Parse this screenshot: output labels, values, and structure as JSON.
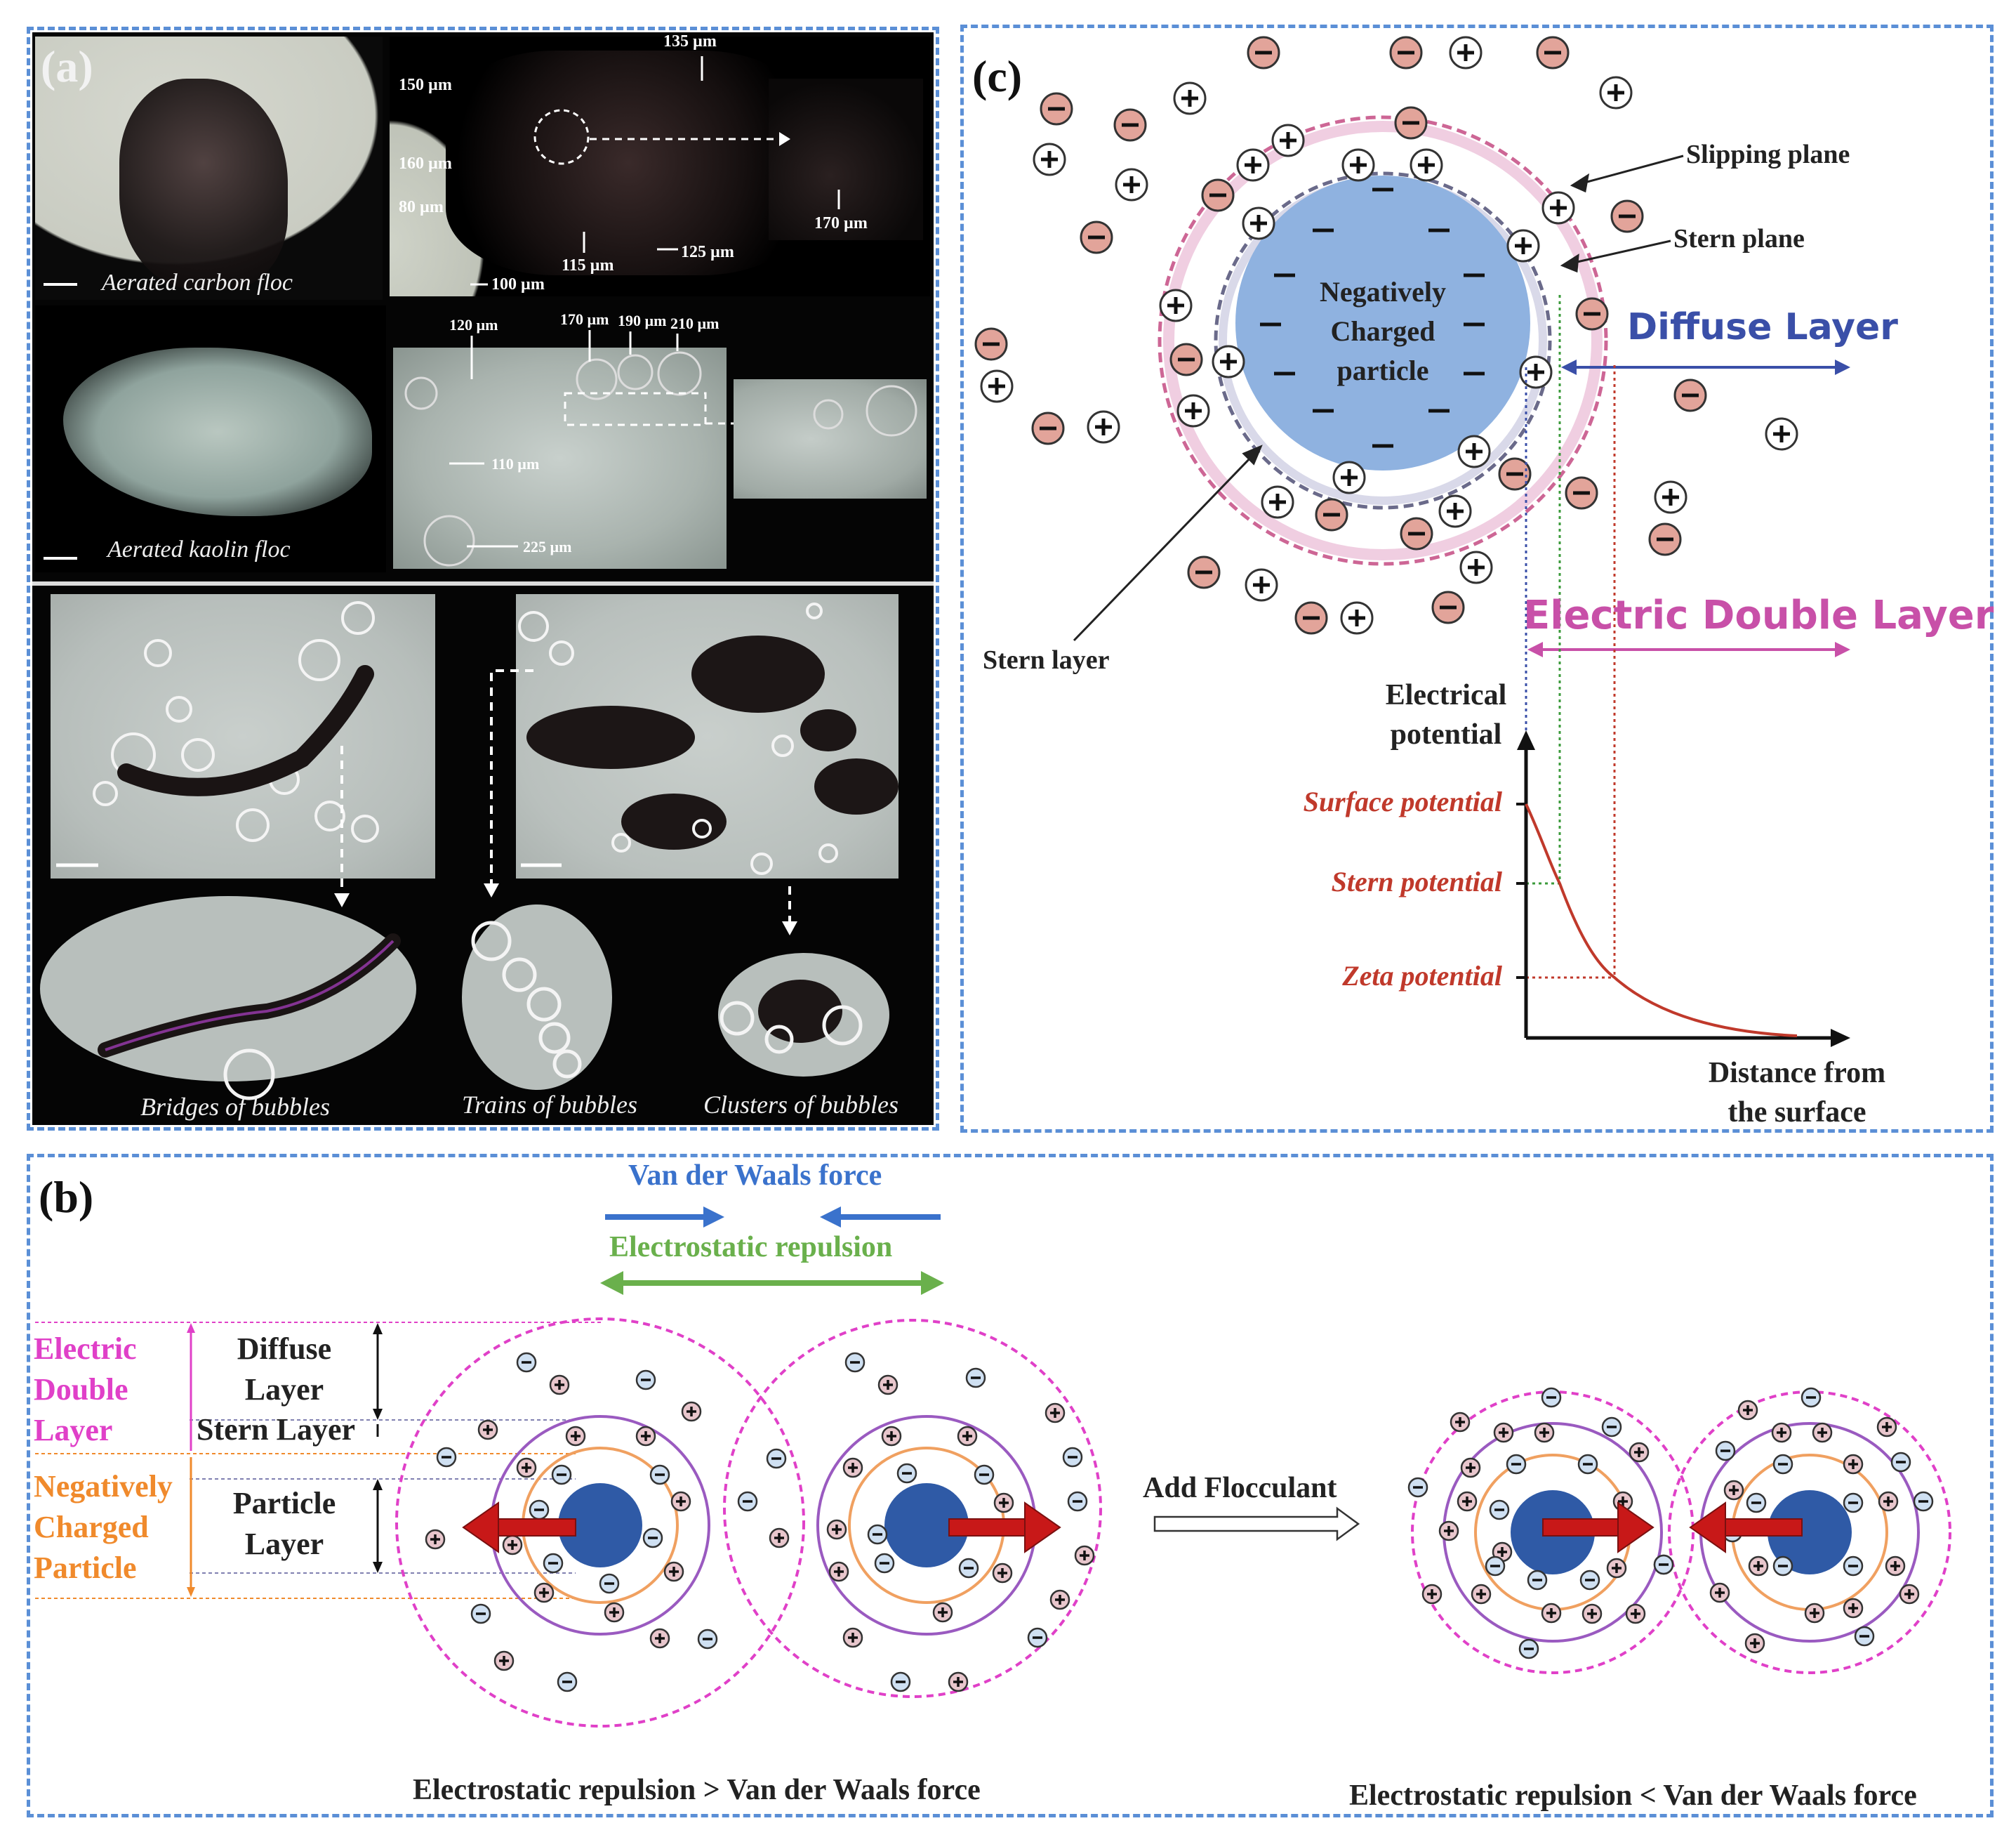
{
  "panel_labels": {
    "a": "(a)",
    "b": "(b)",
    "c": "(c)"
  },
  "panel_a": {
    "carbon_caption": "Aerated carbon floc",
    "kaolin_caption": "Aerated kaolin floc",
    "bridges_caption": "Bridges of bubbles",
    "trains_caption": "Trains of bubbles",
    "clusters_caption": "Clusters of bubbles",
    "carbon_sizes": [
      "135 µm",
      "150 µm",
      "160 µm",
      "80 µm",
      "170 µm",
      "115 µm",
      "125 µm",
      "100 µm"
    ],
    "kaolin_sizes": [
      "120 µm",
      "170 µm",
      "190 µm",
      "210 µm",
      "110 µm",
      "225 µm"
    ]
  },
  "panel_b": {
    "vdw_label": "Van der Waals force",
    "repulsion_label": "Electrostatic repulsion",
    "edl_label": [
      "Electric",
      "Double",
      "Layer"
    ],
    "ncp_label": [
      "Negatively",
      "Charged",
      "Particle"
    ],
    "diffuse_label": [
      "Diffuse",
      "Layer"
    ],
    "stern_label": "Stern Layer",
    "particle_label": [
      "Particle",
      "Layer"
    ],
    "flocculant_label": "Add Flocculant",
    "caption_left": "Electrostatic repulsion > Van der Waals force",
    "caption_right": "Electrostatic repulsion < Van der Waals force",
    "colors": {
      "edl": "#e040c8",
      "ncp": "#f08a2c",
      "vdw": "#3a72cc",
      "repulsion": "#6ab04c",
      "force_arrow": "#c81818",
      "particle": "#2f5aa6"
    }
  },
  "panel_c": {
    "particle_label": [
      "Negatively",
      "Charged",
      "particle"
    ],
    "slipping_plane": "Slipping plane",
    "stern_plane": "Stern plane",
    "diffuse_layer": "Diffuse Layer",
    "edl": "Electric Double Layer",
    "stern_layer": "Stern layer",
    "y_axis": [
      "Electrical",
      "potential"
    ],
    "x_axis": [
      "Distance from",
      "the surface"
    ],
    "surface_potential": "Surface potential",
    "stern_potential": "Stern potential",
    "zeta_potential": "Zeta potential",
    "colors": {
      "particle": "#8fb2e0",
      "diffuse": "#3a4fa8",
      "edl": "#c850a8",
      "curve": "#c0392b",
      "neg_ion": "#e2a49a"
    }
  }
}
